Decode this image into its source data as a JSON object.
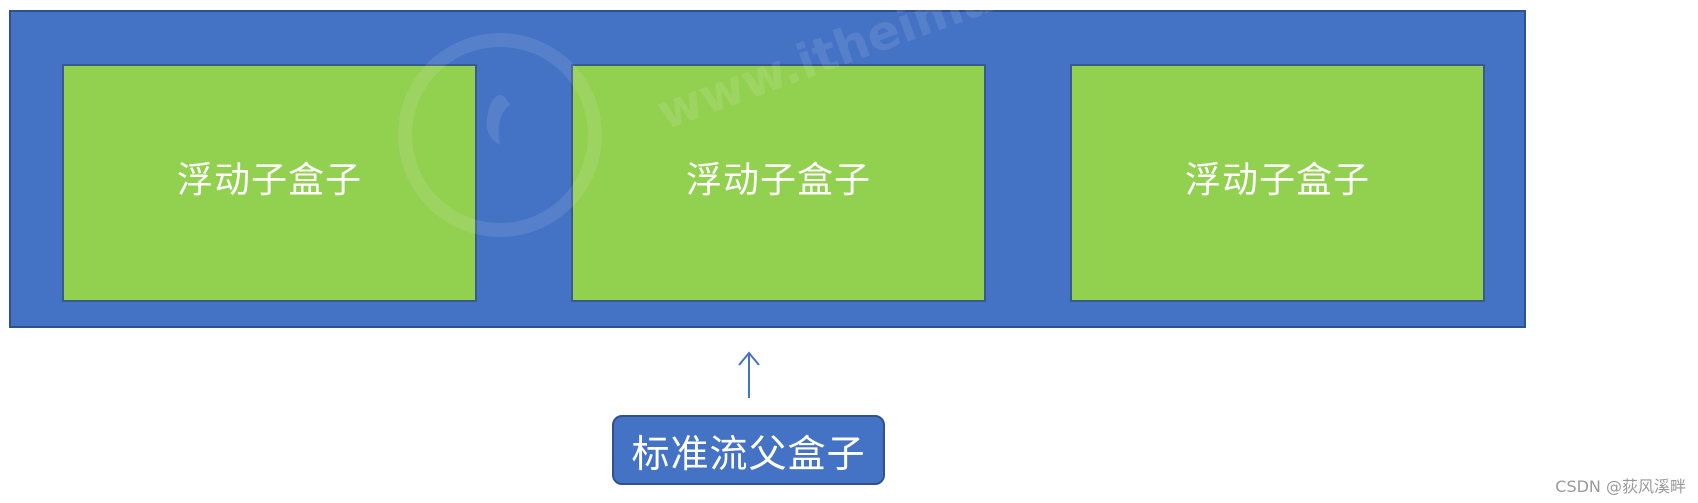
{
  "diagram": {
    "parent_label": "标准流父盒子",
    "children": [
      {
        "label": "浮动子盒子"
      },
      {
        "label": "浮动子盒子"
      },
      {
        "label": "浮动子盒子"
      }
    ],
    "watermark": "www.itheima.com",
    "credit": "CSDN @荻风溪畔"
  },
  "colors": {
    "parent_fill": "#4472c4",
    "parent_border": "#2f528f",
    "child_fill": "#92d050",
    "text": "#ffffff",
    "arrow": "#4472c4"
  }
}
